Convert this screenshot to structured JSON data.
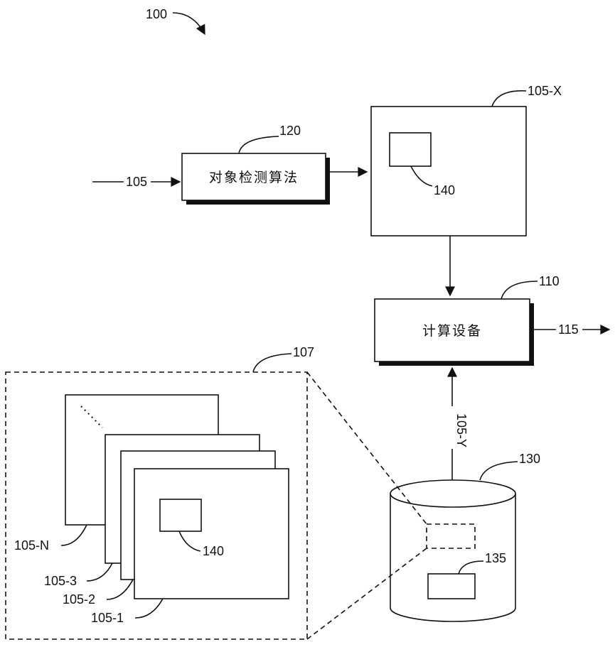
{
  "labels": {
    "figure_ref": "100",
    "input_ref": "105",
    "algorithm_ref": "120",
    "algorithm_text": "对象检测算法",
    "output_image_ref": "105-X",
    "object_ref_top": "140",
    "computing_ref": "110",
    "computing_text": "计算设备",
    "computing_output_ref": "115",
    "database_link_ref": "105-Y",
    "database_ref": "130",
    "database_item_ref": "135",
    "stack_ref": "107",
    "frame_n_ref": "105-N",
    "frame_3_ref": "105-3",
    "frame_2_ref": "105-2",
    "frame_1_ref": "105-1",
    "object_ref_stack": "140"
  },
  "colors": {
    "stroke": "#111111",
    "background": "#ffffff"
  }
}
